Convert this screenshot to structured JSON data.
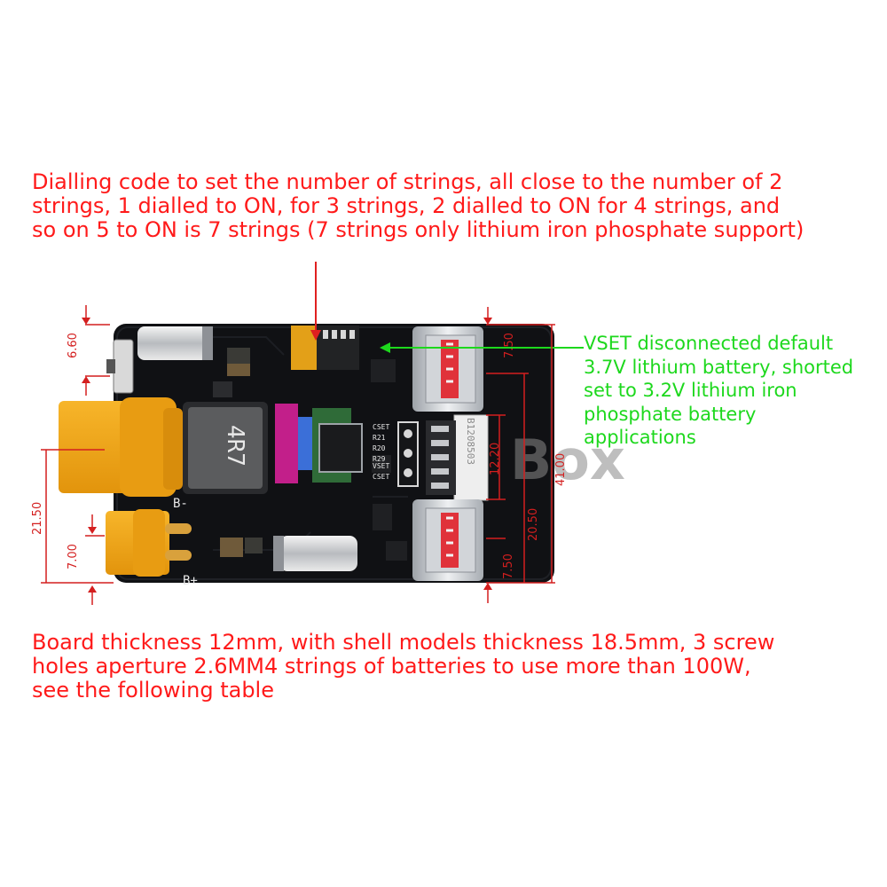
{
  "captions": {
    "top": "Dialling code to set the number of strings, all close to the number of 2\nstrings, 1 dialled to ON, for 3 strings, 2 dialled to ON for 4 strings, and\nso on 5 to ON is 7 strings (7 strings only lithium iron phosphate support)",
    "bottom": "Board thickness 12mm, with shell models thickness 18.5mm, 3 screw\nholes aperture 2.6MM4 strings of batteries to use more than 100W,\nsee the following table",
    "vset_note": "VSET disconnected default\n3.7V lithium battery, shorted\nset to 3.2V lithium iron\nphosphate battery\napplications"
  },
  "dimensions": {
    "switch_height": "6.60",
    "xt60_offset": "21.50",
    "xt30_offset": "7.00",
    "usb_top_offset": "7.50",
    "connector_gap": "12.20",
    "usb_span": "20.50",
    "usb_bottom_offset": "7.50",
    "board_height": "41.00"
  },
  "board_labels": {
    "inductor": "4R7",
    "b_minus": "B-",
    "b_plus": "B+",
    "pin_labels": [
      "CSET",
      "R21",
      "R20",
      "R29",
      "VSET",
      "CSET"
    ],
    "connector_code": "B1208503",
    "watermark": "Box"
  },
  "colors": {
    "caption": "#ff1a1a",
    "vset_note": "#1dd81d",
    "dimension_lines": "#d41f1f",
    "pcb": "#101114",
    "connector_yellow": "#f2a516",
    "usb_metal": "#c9ccd0",
    "usb_tongue": "#e0323a"
  }
}
